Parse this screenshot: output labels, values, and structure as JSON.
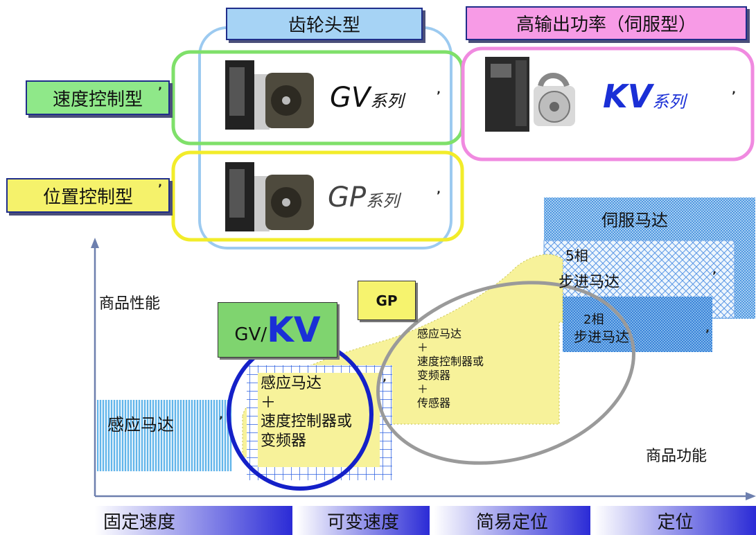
{
  "headers": {
    "gearhead": "齿轮头型",
    "servo_type": "高输出功率（伺服型）"
  },
  "side_labels": {
    "speed_control": "速度控制型",
    "position_control": "位置控制型"
  },
  "series": {
    "gv": {
      "name": "GV",
      "suffix": "系列"
    },
    "kv": {
      "name": "KV",
      "suffix": "系列"
    },
    "gp": {
      "name": "GP",
      "suffix": "系列"
    }
  },
  "axes": {
    "y_label": "商品性能",
    "x_label": "商品功能"
  },
  "regions": {
    "servo_motor": "伺服马达",
    "five_phase_1": "5相",
    "five_phase_2": "步进马达",
    "two_phase_1": "2相",
    "two_phase_2": "步进马达",
    "induction_motor": "感应马达",
    "gvkv_box_line1": "感应马达",
    "gvkv_box_line2": "＋",
    "gvkv_box_line3": "速度控制器或",
    "gvkv_box_line4": "变频器",
    "gp_box_line1": "感应马达",
    "gp_box_line2": "＋",
    "gp_box_line3": "速度控制器或",
    "gp_box_line4": "变频器",
    "gp_box_line5": "＋",
    "gp_box_line6": "传感器"
  },
  "tags": {
    "gp": "GP",
    "gv_prefix": "GV/",
    "kv": "KV"
  },
  "categories": [
    "固定速度",
    "可变速度",
    "简易定位",
    "定位"
  ],
  "tick_mark": "’",
  "colors": {
    "gear_header": "#a6d3f5",
    "servo_header": "#f79be6",
    "speed_label": "#8fe889",
    "position_label": "#f5f26b",
    "green_outline": "#7fe06a",
    "pink_outline": "#f08ae0",
    "yellow_outline": "#f2ec2a",
    "blue_outline": "#9ccaf0",
    "kv_blue": "#1a2fd6",
    "gvkv_tag": "#7fd46f",
    "gp_tag": "#f6f36e"
  }
}
